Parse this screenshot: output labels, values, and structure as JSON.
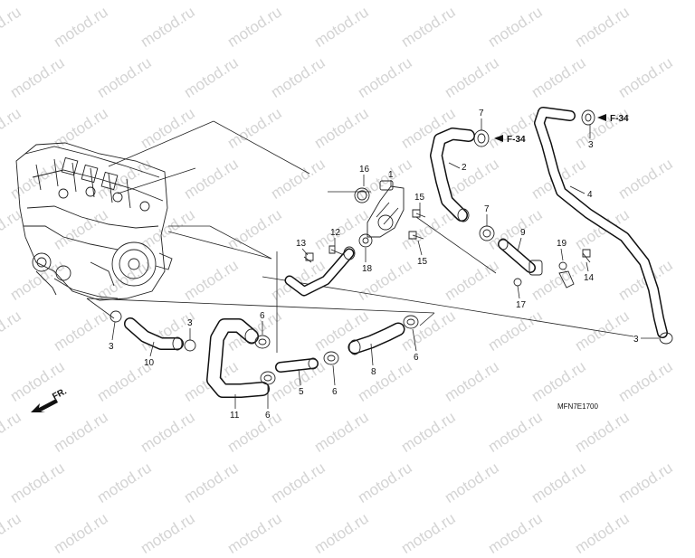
{
  "watermark": "motod.ru",
  "diagram_code": "MFN7E1700",
  "fr_label": "FR.",
  "refs": {
    "f34_top": "F-34",
    "f34_right": "F-34"
  },
  "callouts": {
    "c1": "1",
    "c2": "2",
    "c3a": "3",
    "c3b": "3",
    "c3c": "3",
    "c3d": "3",
    "c4": "4",
    "c5": "5",
    "c6a": "6",
    "c6b": "6",
    "c6c": "6",
    "c6d": "6",
    "c7a": "7",
    "c7b": "7",
    "c8": "8",
    "c9": "9",
    "c10": "10",
    "c11": "11",
    "c12": "12",
    "c13": "13",
    "c14": "14",
    "c15a": "15",
    "c15b": "15",
    "c16": "16",
    "c17": "17",
    "c18": "18",
    "c19": "19"
  }
}
